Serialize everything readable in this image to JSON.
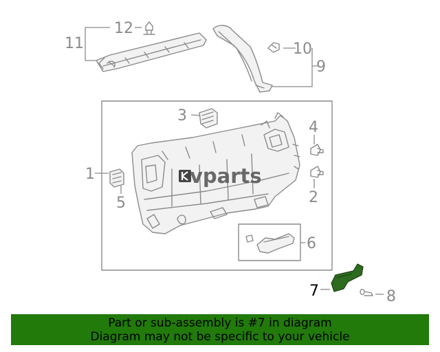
{
  "watermark": {
    "brand": "vparts",
    "logo_icon": "k-logo-icon"
  },
  "callouts": [
    {
      "id": "1",
      "label": "1"
    },
    {
      "id": "2",
      "label": "2"
    },
    {
      "id": "3",
      "label": "3"
    },
    {
      "id": "4",
      "label": "4"
    },
    {
      "id": "5",
      "label": "5"
    },
    {
      "id": "6",
      "label": "6"
    },
    {
      "id": "7",
      "label": "7",
      "highlighted": true
    },
    {
      "id": "8",
      "label": "8"
    },
    {
      "id": "9",
      "label": "9"
    },
    {
      "id": "10",
      "label": "10"
    },
    {
      "id": "11",
      "label": "11"
    },
    {
      "id": "12",
      "label": "12"
    }
  ],
  "colors": {
    "line": "#8a8a8a",
    "highlight_part": "#2e6b1f",
    "banner_bg": "#217a0a",
    "banner_text": "#000000"
  },
  "banner": {
    "line1": "Part or sub-assembly is #7 in diagram",
    "line2": "Diagram may not be specific to your vehicle"
  }
}
